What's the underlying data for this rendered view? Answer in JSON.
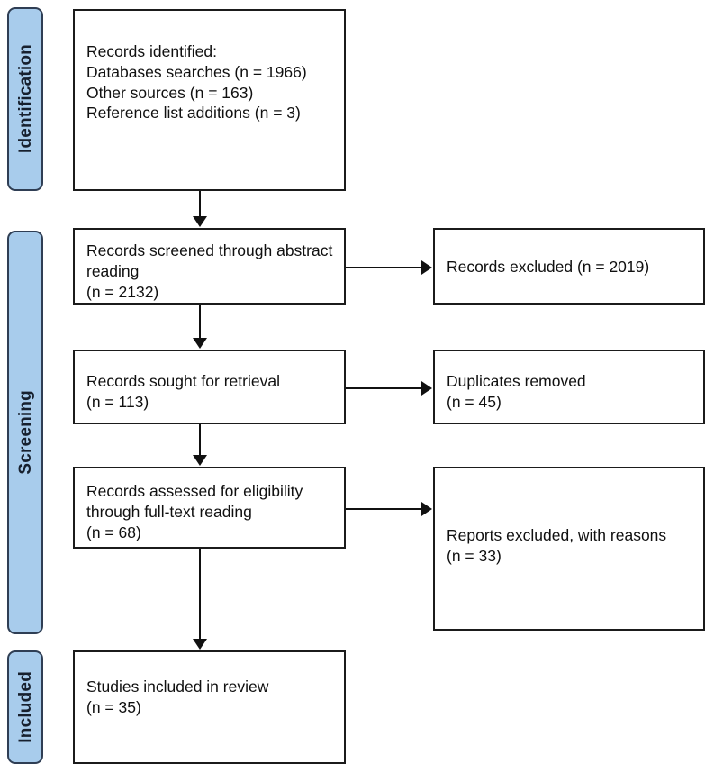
{
  "diagram": {
    "type": "prisma-flow-diagram",
    "accent_color": "#A8CCEC",
    "accent_border_color": "#2F3E54",
    "box_border_color": "#1b1b1b",
    "arrow_color": "#111111",
    "background_color": "#ffffff"
  },
  "stages": [
    {
      "id": "identification",
      "label": "Identification"
    },
    {
      "id": "screening",
      "label": "Screening"
    },
    {
      "id": "included",
      "label": "Included"
    }
  ],
  "boxes": {
    "records_identified": {
      "text": "Records identified:\n    Databases searches (n = 1966)\n    Other sources (n = 163)\n    Reference list additions (n = 3)",
      "counts": {
        "databases_searches": 1966,
        "other_sources": 163,
        "reference_list_additions": 3
      }
    },
    "records_screened": {
      "text": "Records screened through abstract reading\n(n = 2132)",
      "count": 2132
    },
    "records_excluded": {
      "text": "Records excluded (n = 2019)",
      "count": 2019
    },
    "records_sought": {
      "text": "Records sought for retrieval\n(n = 113)",
      "count": 113
    },
    "duplicates_removed": {
      "text": "Duplicates removed\n(n = 45)",
      "count": 45
    },
    "records_assessed": {
      "text": "Records assessed for eligibility through full-text reading\n(n = 68)",
      "count": 68
    },
    "reports_excluded": {
      "text": "Reports excluded, with reasons\n(n = 33)",
      "count": 33
    },
    "studies_included": {
      "text": "Studies included in review\n(n = 35)",
      "count": 35
    }
  }
}
